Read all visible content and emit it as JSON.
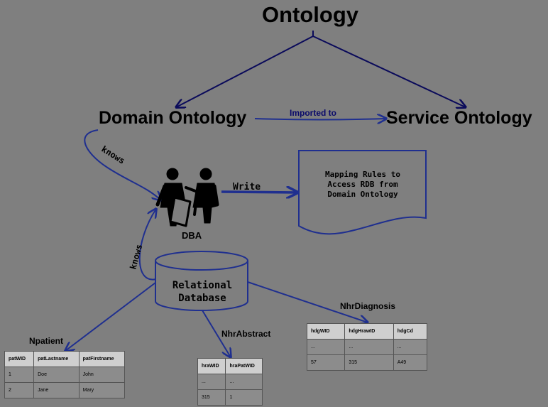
{
  "title": "Ontology",
  "domain_ontology": "Domain Ontology",
  "service_ontology": "Service Ontology",
  "imported_to": "Imported to",
  "knows_top": "knows",
  "knows_bottom": "knows",
  "write": "Write",
  "dba": "DBA",
  "mapping_rules": [
    "Mapping Rules to",
    "Access RDB from",
    "Domain Ontology"
  ],
  "database": [
    "Relational",
    "Database"
  ],
  "colors": {
    "background": "#7f7f7f",
    "arrow": "#1f2f8f",
    "tree": "#0a0a5a"
  },
  "tables": {
    "npatient": {
      "name": "Npatient",
      "headers": [
        "patWID",
        "patLastname",
        "patFirstname"
      ],
      "rows": [
        [
          "1",
          "Doe",
          "John"
        ],
        [
          "2",
          "Jane",
          "Mary"
        ]
      ]
    },
    "nhrabstract": {
      "name": "NhrAbstract",
      "headers": [
        "hraWID",
        "hraPatWID"
      ],
      "rows": [
        [
          "...",
          "..."
        ],
        [
          "315",
          "1"
        ]
      ]
    },
    "nhrdiagnosis": {
      "name": "NhrDiagnosis",
      "headers": [
        "hdgWID",
        "hdgHrawID",
        "hdgCd"
      ],
      "rows": [
        [
          "...",
          "...",
          "..."
        ],
        [
          "57",
          "315",
          "A49"
        ]
      ]
    }
  }
}
